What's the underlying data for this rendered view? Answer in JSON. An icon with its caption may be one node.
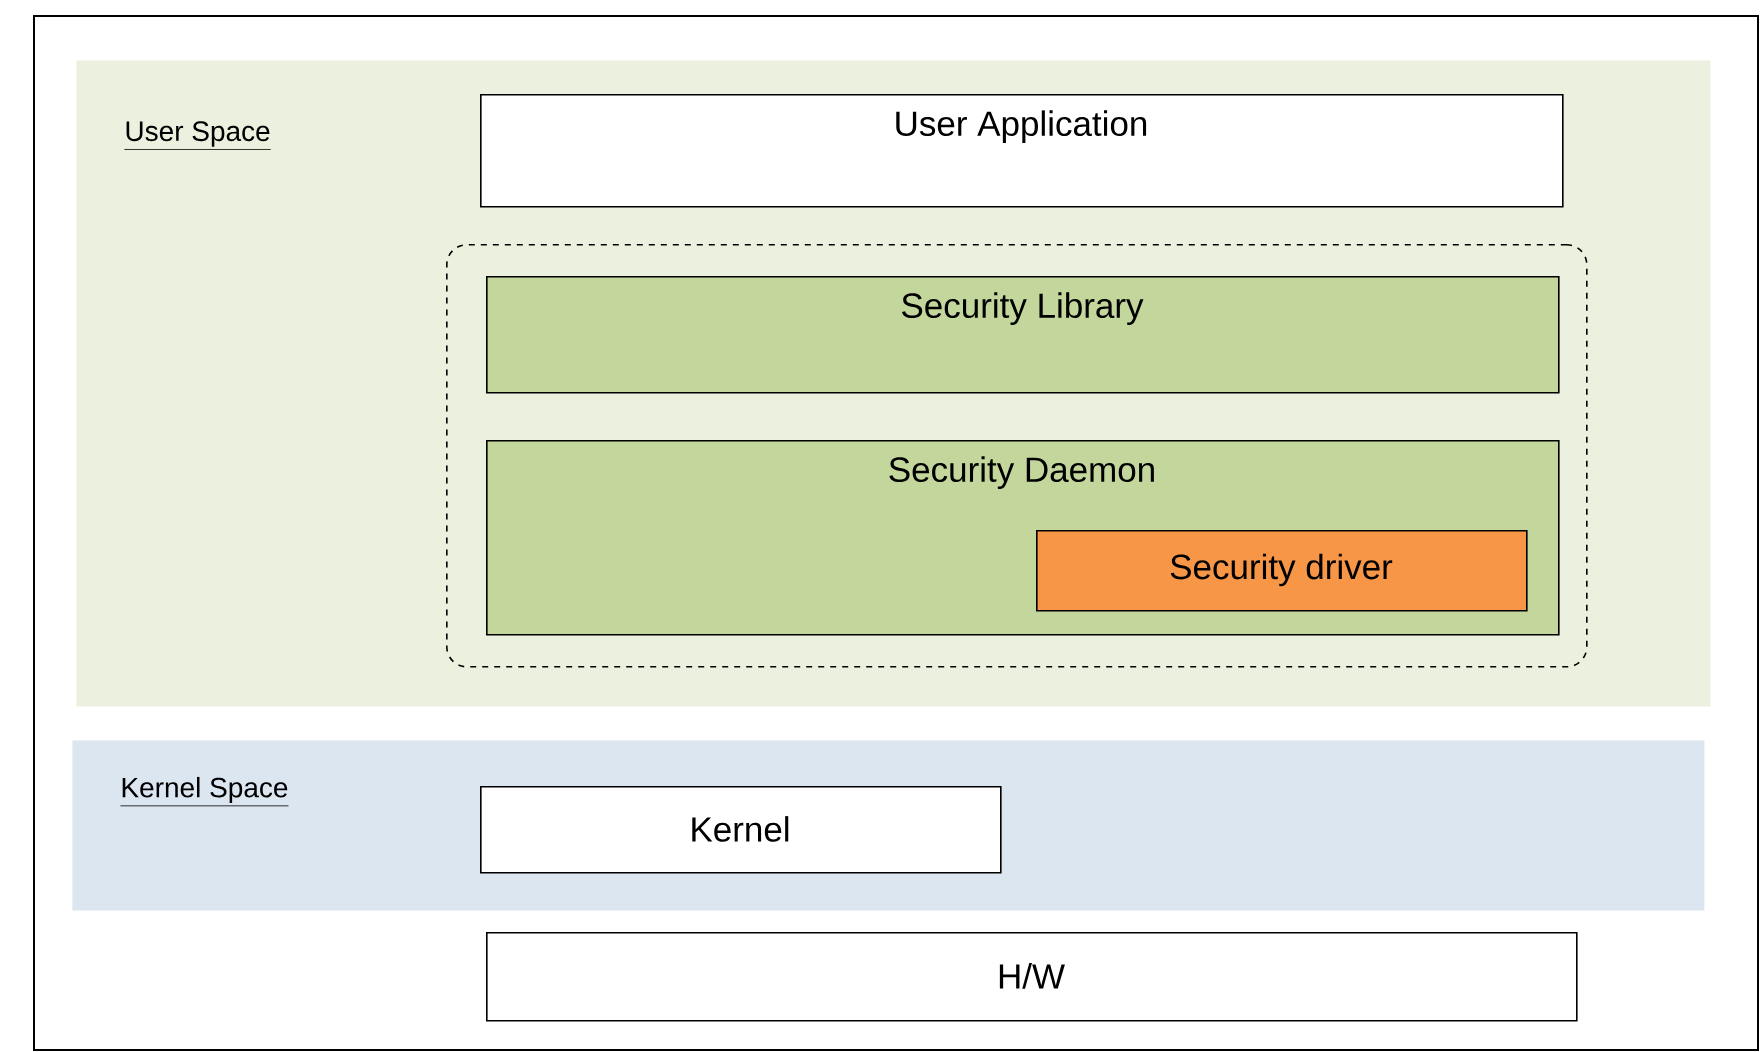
{
  "diagram": {
    "nodes": [
      {
        "text": [
          "User Space"
        ]
      },
      {
        "text": [
          "User Application"
        ],
        "in": 0
      },
      {
        "text": [],
        "shape": "box",
        "in": 0
      },
      {
        "text": [
          "Security Library"
        ],
        "in": 2
      },
      {
        "text": [
          "Security Daemon"
        ],
        "in": 2
      },
      {
        "text": [
          "Security driver"
        ],
        "in": 4
      },
      {
        "text": [
          "Kernel Space"
        ]
      },
      {
        "text": [
          "Kernel"
        ],
        "in": 6
      },
      {
        "text": [
          "H/W"
        ]
      }
    ]
  }
}
